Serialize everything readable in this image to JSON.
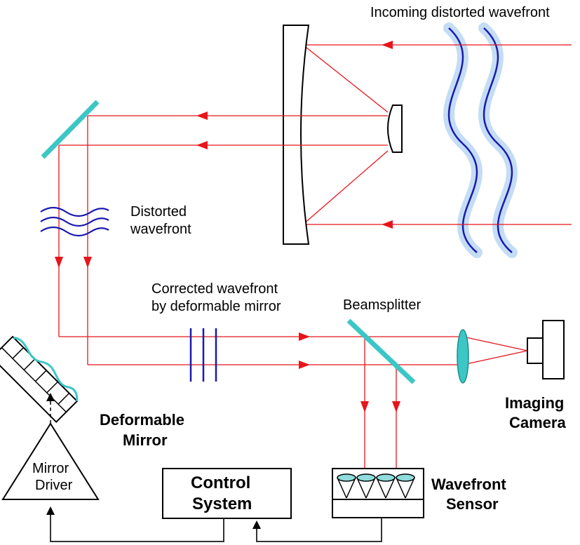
{
  "labels": {
    "incoming": "Incoming distorted wavefront",
    "distorted_1": "Distorted",
    "distorted_2": "wavefront",
    "corrected_1": "Corrected wavefront",
    "corrected_2": "by deformable mirror",
    "beamsplitter": "Beamsplitter",
    "camera_1": "Imaging",
    "camera_2": "Camera",
    "dm_1": "Deformable",
    "dm_2": "Mirror",
    "driver_1": "Mirror",
    "driver_2": "Driver",
    "control_1": "Control",
    "control_2": "System",
    "sensor_1": "Wavefront",
    "sensor_2": "Sensor"
  },
  "colors": {
    "ray": "#e8141b",
    "wave": "#1a1ab0",
    "wave_glow": "#c4ddf5",
    "optic_teal": "#3cc6c6",
    "lenslet_fill": "#8fdcdc",
    "outline": "#000000"
  }
}
